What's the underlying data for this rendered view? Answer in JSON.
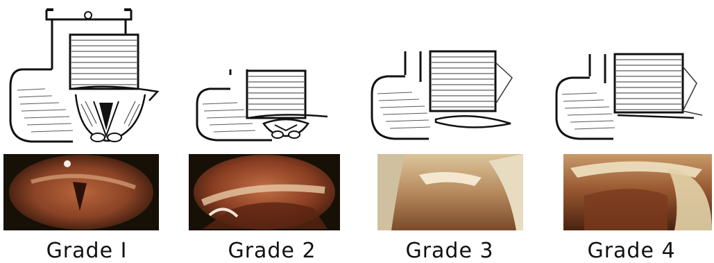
{
  "grades": [
    {
      "label": "Grade I",
      "view": "full-glottis-visible"
    },
    {
      "label": "Grade 2",
      "view": "posterior-glottis-visible"
    },
    {
      "label": "Grade 3",
      "view": "epiglottis-only"
    },
    {
      "label": "Grade 4",
      "view": "no-glottic-structures"
    }
  ],
  "colors": {
    "ink": "#111111",
    "photo_background": "#161006",
    "tissue_red": "#9b4c2c",
    "tissue_pale": "#e7c8a4"
  }
}
